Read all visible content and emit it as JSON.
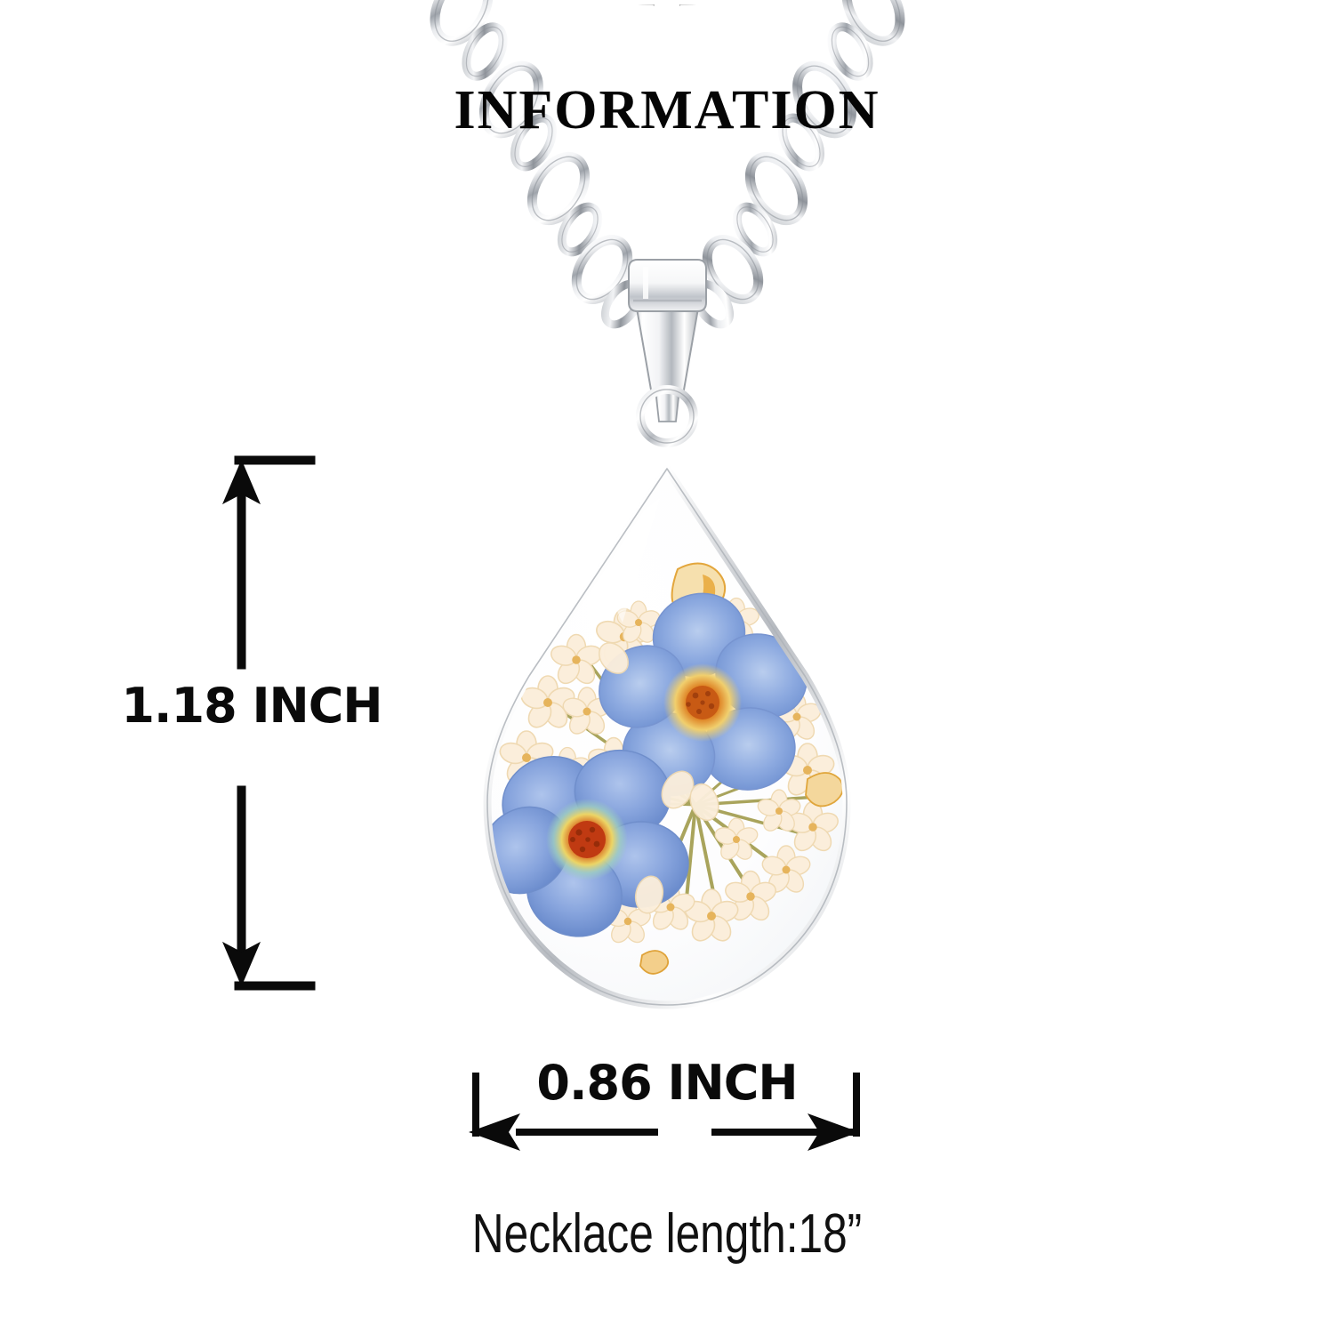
{
  "header": {
    "title": "INFORMATION",
    "rule_left_dot": "rule-dot",
    "rule_right_dot": "rule-dot"
  },
  "dimensions": {
    "height_label": "1.18 INCH",
    "width_label": "0.86 INCH"
  },
  "caption": {
    "necklace_length": "Necklace length:18”"
  },
  "product": {
    "type": "teardrop pressed-flower pendant necklace",
    "chain": "silver cable chain",
    "bail": "silver tapered bail with jump ring",
    "pendant_shape": "teardrop",
    "inclusions": "two blue forget-me-not flowers with orange centers and cream baby's-breath sprays"
  },
  "colors": {
    "background": "#ffffff",
    "text": "#0a0a0a",
    "rule": "#1a1a1a",
    "silver_light": "#ffffff",
    "silver_mid": "#d8dade",
    "silver_dark": "#8d9197",
    "flower_blue_light": "#a8c0e8",
    "flower_blue": "#7f9fd9",
    "flower_blue_dark": "#5f82c6",
    "flower_center_orange": "#d9741e",
    "flower_center_red": "#c03a14",
    "flower_center_yellow": "#f0d86a",
    "petal_cream": "#fbeed8",
    "petal_cream_deep": "#f5dcb4",
    "stem_green": "#a8a45e",
    "gold_fleck": "#eaa83a"
  }
}
